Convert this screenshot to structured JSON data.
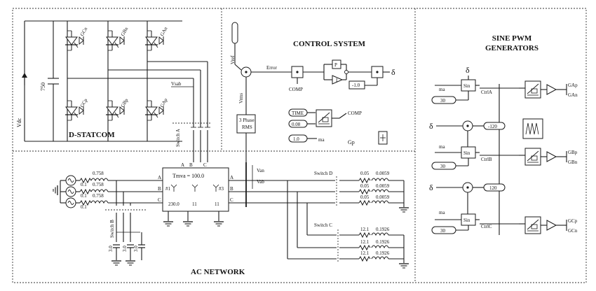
{
  "sections": {
    "statcom": "D-STATCOM",
    "control": "CONTROL SYSTEM",
    "pwm": "SINE PWM\nGENERATORS",
    "network": "AC NETWORK"
  },
  "statcom": {
    "vdc": "Vdc",
    "cap": "750",
    "gates_top": [
      "GCn",
      "GBn",
      "GAn"
    ],
    "gates_bottom": [
      "GCp",
      "GBp",
      "GAp"
    ],
    "vsab": "Vsab",
    "switch_a": "Switch A"
  },
  "control": {
    "vref": "Vref",
    "error": "Error",
    "comp1": "COMP",
    "p": "P",
    "i": "I",
    "gain": "-1.0",
    "delta": "δ",
    "vrms": "Vrms",
    "rms_block": "3 Phase\nRMS",
    "time": "TIME",
    "val_008": "0.08",
    "comp2": "COMP",
    "val_10": "1.0",
    "ma": "ma",
    "gp": "Gp"
  },
  "network": {
    "src_r": [
      "0.758",
      "0.758",
      "0.758"
    ],
    "src_x": [
      "0.1",
      "0.1",
      "0.1"
    ],
    "transformer": "Tmva = 100.0",
    "phase": [
      "A",
      "B",
      "C"
    ],
    "w1": "#1",
    "w3": "#3",
    "kv": "230.0",
    "t11a": "11",
    "t11b": "11",
    "van": "Van",
    "vab": "Vab",
    "switch_b": "Switch B",
    "switch_d": "Switch D",
    "switch_c": "Switch C",
    "load_d": [
      [
        "0.05",
        "0.0059"
      ],
      [
        "0.05",
        "0.0059"
      ],
      [
        "0.05",
        "0.0059"
      ]
    ],
    "load_c": [
      [
        "12.1",
        "0.1926"
      ],
      [
        "12.1",
        "0.1926"
      ],
      [
        "12.1",
        "0.1926"
      ]
    ],
    "shunt": [
      "3.0",
      "3.0",
      "3.0"
    ]
  },
  "pwm": {
    "delta": "δ",
    "sin": "Sin",
    "ma": "ma",
    "val_30": "30",
    "val_m120": "-120",
    "val_120": "120",
    "ctrl": [
      "CtrlA",
      "CtrlB",
      "CtrlC"
    ],
    "gates": [
      [
        "GAp",
        "GAn"
      ],
      [
        "GBp",
        "GBn"
      ],
      [
        "GCp",
        "GCn"
      ]
    ]
  }
}
